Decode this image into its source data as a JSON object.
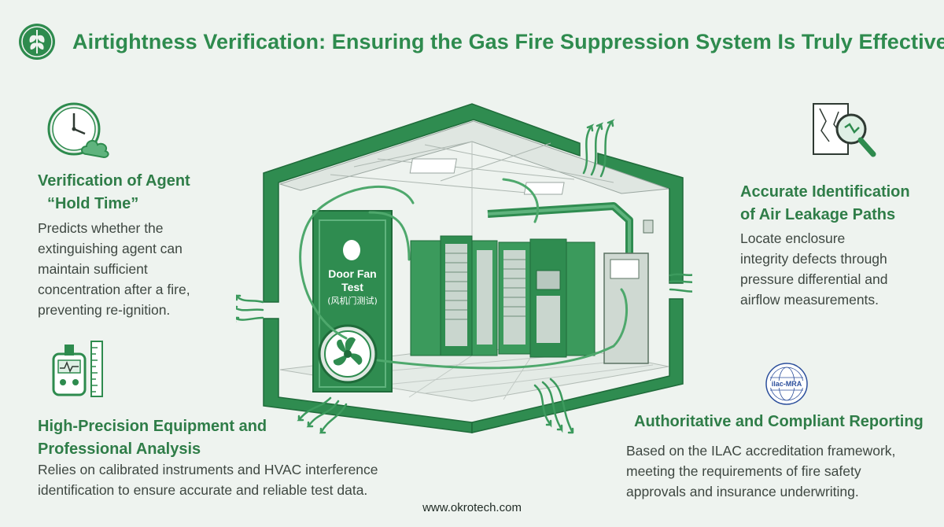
{
  "header": {
    "title": "Airtightness Verification: Ensuring the Gas Fire Suppression System Is Truly Effective"
  },
  "features": {
    "hold_time": {
      "icon": "clock-cloud-icon",
      "heading_line1": "Verification of Agent",
      "heading_line2": "“Hold Time”",
      "body": [
        "Predicts whether the",
        "extinguishing agent can",
        "maintain sufficient",
        "concentration after a fire,",
        "preventing re-ignition."
      ]
    },
    "leakage": {
      "icon": "magnifier-map-icon",
      "heading_line1": "Accurate Identification",
      "heading_line2": "of Air Leakage Paths",
      "body": [
        "Locate enclosure",
        "integrity defects through",
        "pressure differential and",
        "airflow measurements."
      ]
    },
    "equipment": {
      "icon": "meter-ruler-icon",
      "heading_line1": "High-Precision Equipment and",
      "heading_line2": "Professional Analysis",
      "body": [
        "Relies on calibrated instruments and HVAC interference",
        "identification to ensure accurate and reliable test data."
      ]
    },
    "reporting": {
      "icon": "ilac-mra-logo",
      "logo_text": "ilac-MRA",
      "heading": "Authoritative and Compliant Reporting",
      "body": [
        "Based on the ILAC accreditation framework,",
        "meeting the requirements of fire safety",
        "approvals and insurance underwriting."
      ]
    }
  },
  "diagram": {
    "door_label_line1": "Door Fan",
    "door_label_line2": "Test",
    "door_label_sub": "(风机门测试)"
  },
  "footer": {
    "website": "www.okrotech.com"
  },
  "colors": {
    "background": "#eef3ef",
    "brand_green": "#2e8b4e",
    "dark_green": "#2a7a46",
    "rack_green": "#3b9a5c",
    "text": "#3e4741"
  }
}
